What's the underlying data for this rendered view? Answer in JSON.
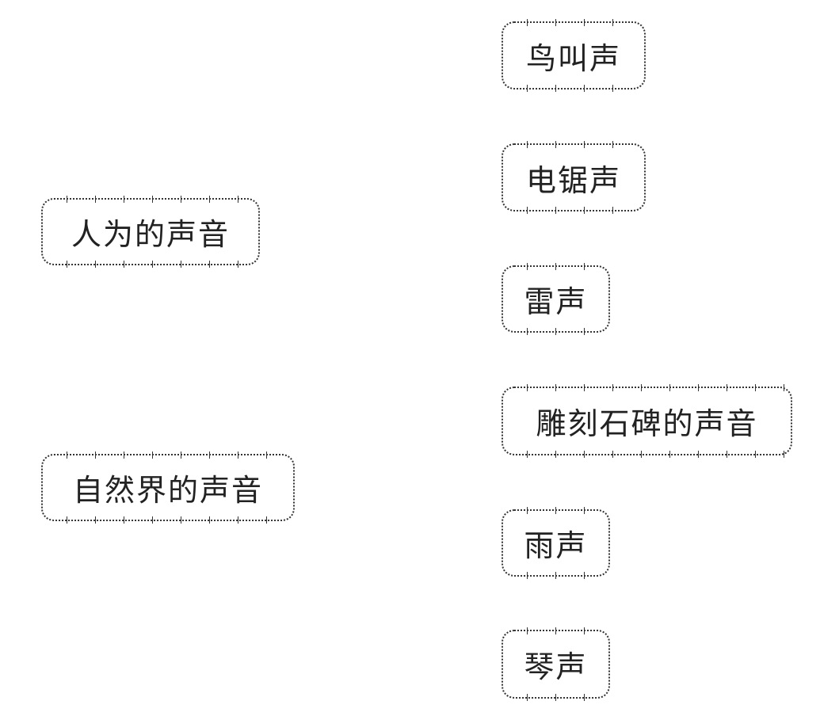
{
  "left": [
    {
      "label": "人为的声音"
    },
    {
      "label": "自然界的声音"
    }
  ],
  "right": [
    {
      "label": "鸟叫声"
    },
    {
      "label": "电锯声"
    },
    {
      "label": "雷声"
    },
    {
      "label": "雕刻石碑的声音"
    },
    {
      "label": "雨声"
    },
    {
      "label": "琴声"
    }
  ]
}
